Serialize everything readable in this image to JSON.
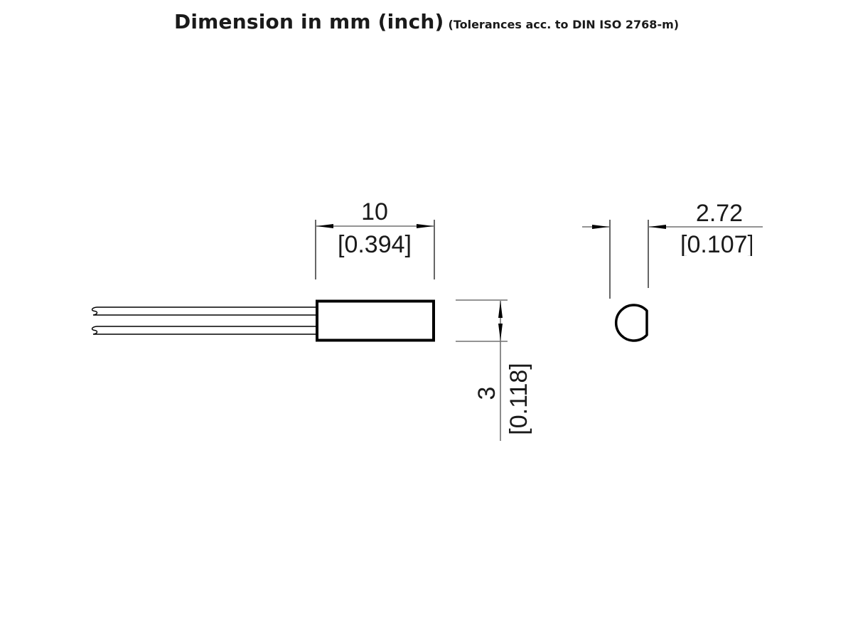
{
  "header": {
    "title": "Dimension in mm (inch)",
    "subtitle": "(Tolerances acc. to DIN ISO 2768-m)"
  },
  "dimensions": {
    "length": {
      "mm": "10",
      "inch": "[0.394]"
    },
    "height": {
      "mm": "3",
      "inch": "[0.118]"
    },
    "diameter": {
      "mm": "2.72",
      "inch": "[0.107]"
    }
  },
  "colors": {
    "outline": "#000000",
    "dimension_line": "#707070",
    "text": "#1a1a1a"
  }
}
